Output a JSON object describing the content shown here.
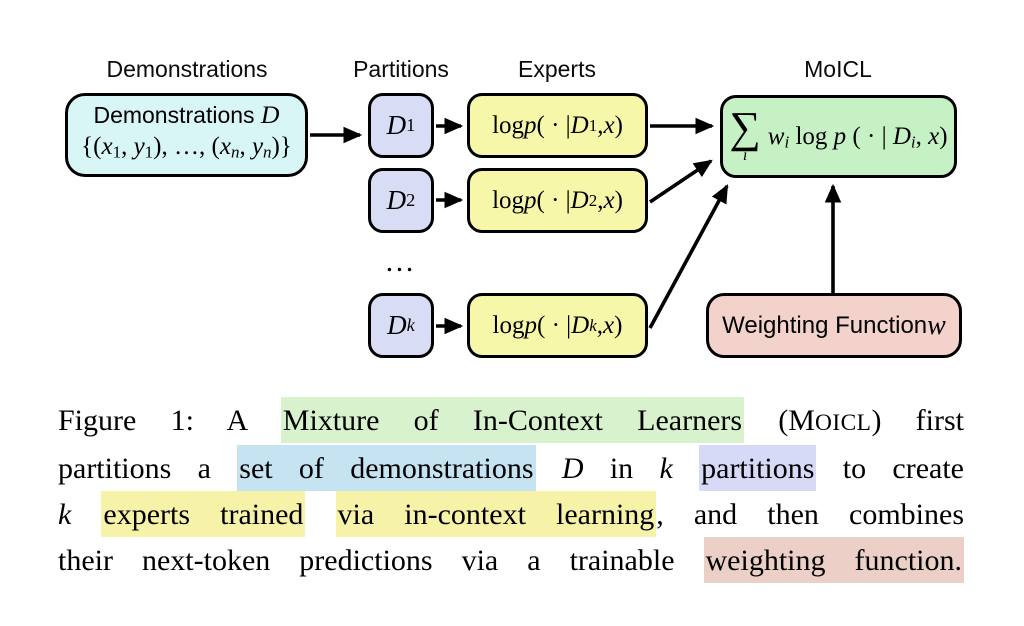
{
  "colors": {
    "demonstrations_box": "#d9f6f6",
    "partition_box": "#d9dcf5",
    "expert_box": "#f7f7a9",
    "moicl_box": "#c5f1c4",
    "weighting_box": "#f2d2ca",
    "border": "#000000",
    "hl_green": "#d7f2cd",
    "hl_blue": "#c6e3f2",
    "hl_purple": "#d7daf6",
    "hl_yellow": "#f6f3a8",
    "hl_pink": "#ecd0c8"
  },
  "diagram": {
    "headers": [
      {
        "label": "Demonstrations"
      },
      {
        "label": "Partitions"
      },
      {
        "label": "Experts"
      },
      {
        "label": "MoICL"
      }
    ],
    "demo_box": {
      "line1": [
        {
          "t": "Demonstrations ",
          "c": ""
        },
        {
          "t": "D",
          "c": "mvar"
        }
      ],
      "line2": [
        {
          "t": "{(",
          "c": ""
        },
        {
          "t": "x",
          "c": "it"
        },
        {
          "t": "1",
          "c": "sub"
        },
        {
          "t": ", ",
          "c": ""
        },
        {
          "t": "y",
          "c": "it"
        },
        {
          "t": "1",
          "c": "sub"
        },
        {
          "t": "), …, (",
          "c": ""
        },
        {
          "t": "x",
          "c": "it"
        },
        {
          "t": "n",
          "c": "subit"
        },
        {
          "t": ", ",
          "c": ""
        },
        {
          "t": "y",
          "c": "it"
        },
        {
          "t": "n",
          "c": "subit"
        },
        {
          "t": ")}",
          "c": ""
        }
      ]
    },
    "partition_boxes": [
      {
        "label": [
          {
            "t": "D",
            "c": "it"
          },
          {
            "t": "1",
            "c": "sub"
          }
        ]
      },
      {
        "label": [
          {
            "t": "D",
            "c": "it"
          },
          {
            "t": "2",
            "c": "sub"
          }
        ]
      },
      {
        "label": [
          {
            "t": "D",
            "c": "it"
          },
          {
            "t": "k",
            "c": "subit"
          }
        ]
      }
    ],
    "ellipsis": "…",
    "expert_boxes": [
      {
        "label": [
          {
            "t": "log ",
            "c": ""
          },
          {
            "t": "p",
            "c": "it"
          },
          {
            "t": " ( · | ",
            "c": ""
          },
          {
            "t": "D",
            "c": "it"
          },
          {
            "t": "1",
            "c": "sub"
          },
          {
            "t": ", ",
            "c": ""
          },
          {
            "t": "x",
            "c": "it"
          },
          {
            "t": ")",
            "c": ""
          }
        ]
      },
      {
        "label": [
          {
            "t": "log ",
            "c": ""
          },
          {
            "t": "p",
            "c": "it"
          },
          {
            "t": " ( · | ",
            "c": ""
          },
          {
            "t": "D",
            "c": "it"
          },
          {
            "t": "2",
            "c": "sub"
          },
          {
            "t": ", ",
            "c": ""
          },
          {
            "t": "x",
            "c": "it"
          },
          {
            "t": ")",
            "c": ""
          }
        ]
      },
      {
        "label": [
          {
            "t": "log ",
            "c": ""
          },
          {
            "t": "p",
            "c": "it"
          },
          {
            "t": " ( · | ",
            "c": ""
          },
          {
            "t": "D",
            "c": "it"
          },
          {
            "t": "k",
            "c": "subit"
          },
          {
            "t": ", ",
            "c": ""
          },
          {
            "t": "x",
            "c": "it"
          },
          {
            "t": ")",
            "c": ""
          }
        ]
      }
    ],
    "moicl_box": {
      "sigma": "∑",
      "sigma_sub": "i",
      "formula": [
        {
          "t": "w",
          "c": "it"
        },
        {
          "t": "i",
          "c": "subit"
        },
        {
          "t": " log ",
          "c": ""
        },
        {
          "t": "p",
          "c": "it"
        },
        {
          "t": " ( · | ",
          "c": ""
        },
        {
          "t": "D",
          "c": "it"
        },
        {
          "t": "i",
          "c": "subit"
        },
        {
          "t": ", ",
          "c": ""
        },
        {
          "t": "x",
          "c": "it"
        },
        {
          "t": ")",
          "c": ""
        }
      ]
    },
    "weighting_box": {
      "label": [
        {
          "t": "Weighting Function ",
          "c": "sans"
        },
        {
          "t": "w",
          "c": "mvar"
        }
      ]
    }
  },
  "caption": {
    "lines": [
      [
        {
          "t": "Figure 1:  A ",
          "c": ""
        },
        {
          "t": "Mixture of In-Context Learners",
          "c": "hl hl-green"
        },
        {
          "t": " (M",
          "c": ""
        },
        {
          "t": "OICL",
          "c": "sc"
        },
        {
          "t": ") first",
          "c": ""
        }
      ],
      [
        {
          "t": "partitions a ",
          "c": ""
        },
        {
          "t": "set of demonstrations",
          "c": "hl hl-blue"
        },
        {
          "t": " ",
          "c": ""
        },
        {
          "t": "D",
          "c": "it"
        },
        {
          "t": " in ",
          "c": ""
        },
        {
          "t": "k",
          "c": "it"
        },
        {
          "t": " ",
          "c": ""
        },
        {
          "t": "partitions",
          "c": "hl hl-purple"
        },
        {
          "t": " to create",
          "c": ""
        }
      ],
      [
        {
          "t": "k",
          "c": "it"
        },
        {
          "t": " ",
          "c": ""
        },
        {
          "t": "experts trained",
          "c": "hl hl-yellow"
        },
        {
          "t": " ",
          "c": ""
        },
        {
          "t": "via in-context learning",
          "c": "hl hl-yellow"
        },
        {
          "t": ", and then combines",
          "c": ""
        }
      ],
      [
        {
          "t": "their next-token predictions via a trainable ",
          "c": ""
        },
        {
          "t": "weighting function.",
          "c": "hl hl-pink"
        }
      ]
    ]
  }
}
